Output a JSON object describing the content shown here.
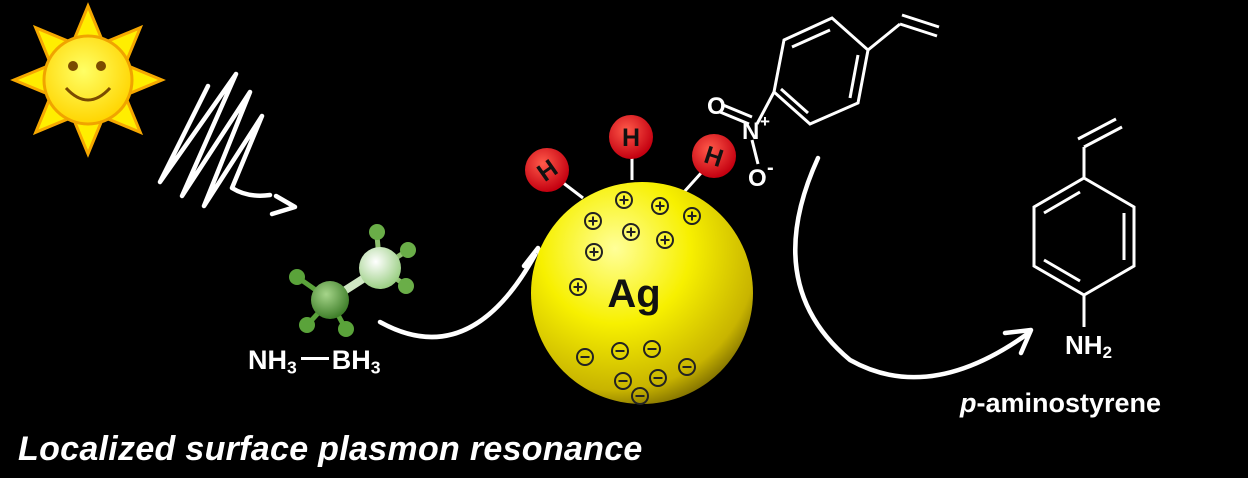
{
  "caption": "Localized surface plasmon resonance",
  "nanoparticle": {
    "label": "Ag",
    "fill": "#f5f000",
    "positive_charges": 8,
    "negative_charges": 7
  },
  "reductant": {
    "left": "NH",
    "left_sub": "3",
    "right": "BH",
    "right_sub": "3"
  },
  "hydrogen_label": "H",
  "nitro": {
    "o_top": "O",
    "n": "N",
    "n_charge": "+",
    "o_bottom": "O",
    "o_bottom_charge": "-"
  },
  "product": {
    "amine": "NH",
    "amine_sub": "2",
    "name_prefix": "p",
    "name_rest": "-aminostyrene"
  },
  "colors": {
    "background": "#000000",
    "sun": "#ffee00",
    "sun_rays": "#f6a800",
    "hydrogen": "#e8141b",
    "borane": "#5aa33a"
  }
}
